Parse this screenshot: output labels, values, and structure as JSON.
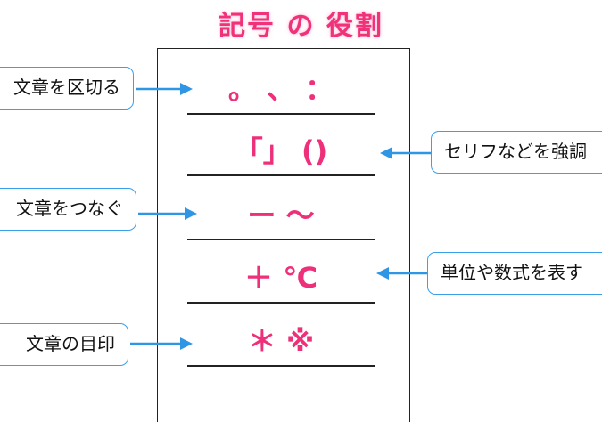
{
  "title": "記号 の 役割",
  "rows": [
    {
      "symbols": "。   、   ："
    },
    {
      "symbols": "「」     ()"
    },
    {
      "symbols": "ー  〜"
    },
    {
      "symbols": "＋   ℃"
    },
    {
      "symbols": "＊   ※"
    }
  ],
  "left_labels": [
    "文章を区切る",
    "文章をつなぐ",
    "文章の目印"
  ],
  "right_labels": [
    "セリフなどを強調",
    "単位や数式を表す"
  ],
  "colors": {
    "accent": "#ee2f79",
    "box_border": "#3aa0e8",
    "arrow": "#2f96e6"
  }
}
